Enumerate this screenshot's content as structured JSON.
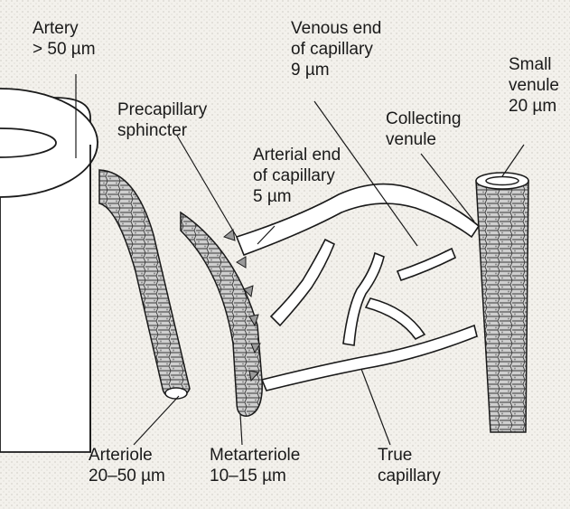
{
  "labels": {
    "artery": [
      "Artery",
      "> 50 µm"
    ],
    "venous_end": [
      "Venous end",
      "of capillary",
      "9 µm"
    ],
    "small_venule": [
      "Small",
      "venule",
      "20 µm"
    ],
    "precapillary": [
      "Precapillary",
      "sphincter"
    ],
    "collecting": [
      "Collecting",
      "venule"
    ],
    "arterial_end": [
      "Arterial end",
      "of capillary",
      "5 µm"
    ],
    "arteriole": [
      "Arteriole",
      "20–50 µm"
    ],
    "metarteriole": [
      "Metarteriole",
      "10–15 µm"
    ],
    "true_capillary": [
      "True",
      "capillary"
    ]
  },
  "colors": {
    "background": "#f3f1ec",
    "ink": "#1a1a1a",
    "vessel_fill": "#ffffff",
    "cell_fill": "#c9c9c9"
  }
}
